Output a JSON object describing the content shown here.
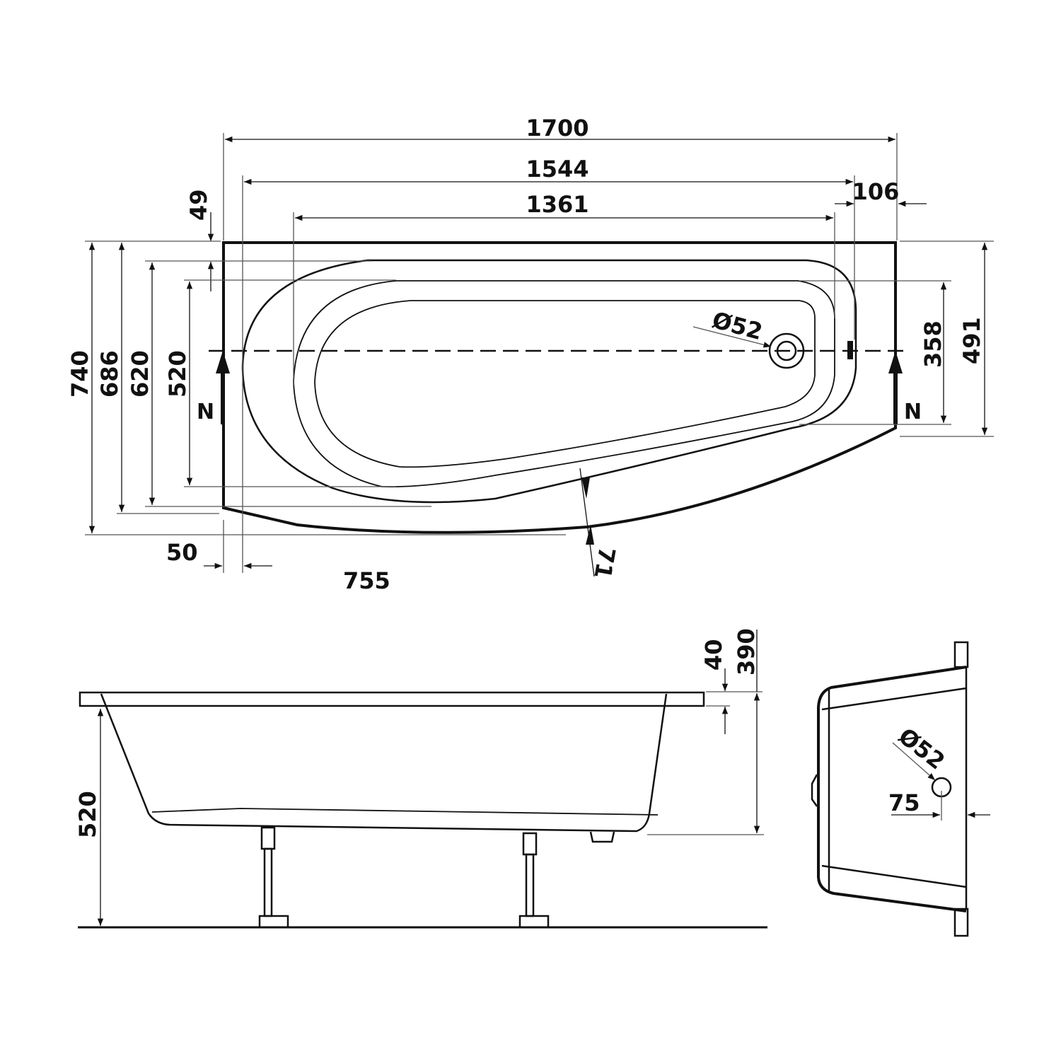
{
  "top_view": {
    "dimensions": {
      "overall_length": "1700",
      "inner_length": "1544",
      "basin_length": "1361",
      "end_offset": "106",
      "top_offset": "49",
      "overall_width": "740",
      "width_686": "686",
      "width_620": "620",
      "width_520": "520",
      "right_inner": "358",
      "right_outer": "491",
      "left_offset": "50",
      "curve_position": "755",
      "rim_width": "71",
      "drain_diameter": "Ø52"
    },
    "orientation_marks": {
      "left": "N",
      "right": "N"
    }
  },
  "side_view": {
    "dimensions": {
      "height": "520",
      "rim_thickness": "40",
      "depth": "390"
    }
  },
  "end_view": {
    "dimensions": {
      "drain_diameter": "Ø52",
      "drain_offset": "75"
    }
  }
}
